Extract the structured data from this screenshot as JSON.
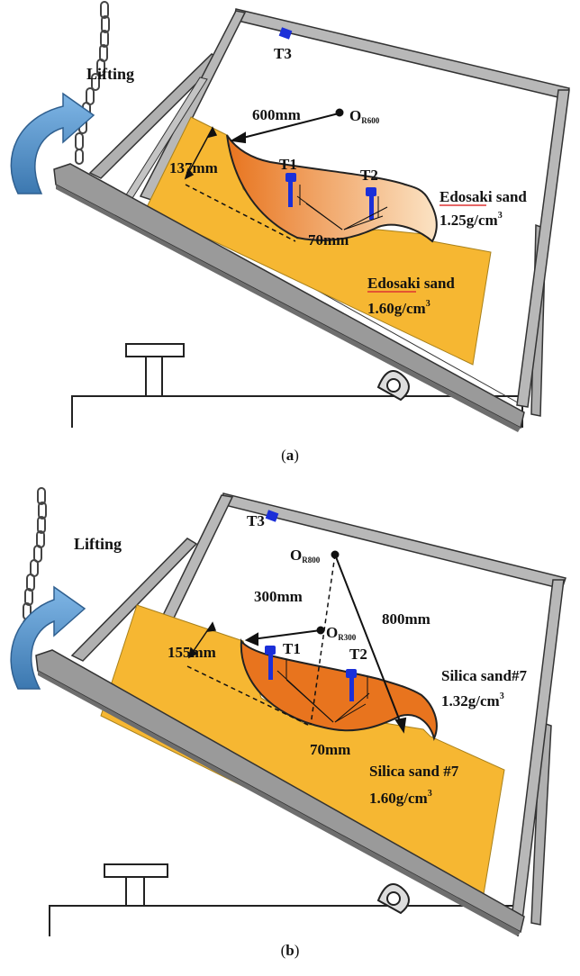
{
  "panels": [
    {
      "id": "a",
      "caption_open": "(",
      "caption_letter": "a",
      "caption_close": ")",
      "lifting_label": "Lifting",
      "sensor_t3": "T3",
      "sensor_t1": "T1",
      "sensor_t2": "T2",
      "radius_label": "600mm",
      "center_label_main": "O",
      "center_label_sub": "R600",
      "depth_label": "137mm",
      "spacing_label": "70mm",
      "upper_sand_name": "Edosaki sand",
      "upper_sand_density": "1.25g/cm",
      "lower_sand_name": "Edosaki sand",
      "lower_sand_density": "1.60g/cm",
      "density_exponent": "3"
    },
    {
      "id": "b",
      "caption_open": "(",
      "caption_letter": "b",
      "caption_close": ")",
      "lifting_label": "Lifting",
      "sensor_t3": "T3",
      "sensor_t1": "T1",
      "sensor_t2": "T2",
      "radius_label_1": "300mm",
      "radius_label_2": "800mm",
      "center1_main": "O",
      "center1_sub": "R800",
      "center2_main": "O",
      "center2_sub": "R300",
      "depth_label": "155mm",
      "spacing_label": "70mm",
      "upper_sand_name": "Silica sand#7",
      "upper_sand_density": "1.32g/cm",
      "lower_sand_name": "Silica sand #7",
      "lower_sand_density": "1.60g/cm",
      "density_exponent": "3"
    }
  ],
  "colors": {
    "lower_sand": "#f6b732",
    "upper_sand_dark": "#e8741e",
    "upper_sand_light": "#fbe3c4",
    "frame": "#9a9a9a",
    "sensor": "#1b2fd8",
    "arrow": "#4f93cc"
  }
}
